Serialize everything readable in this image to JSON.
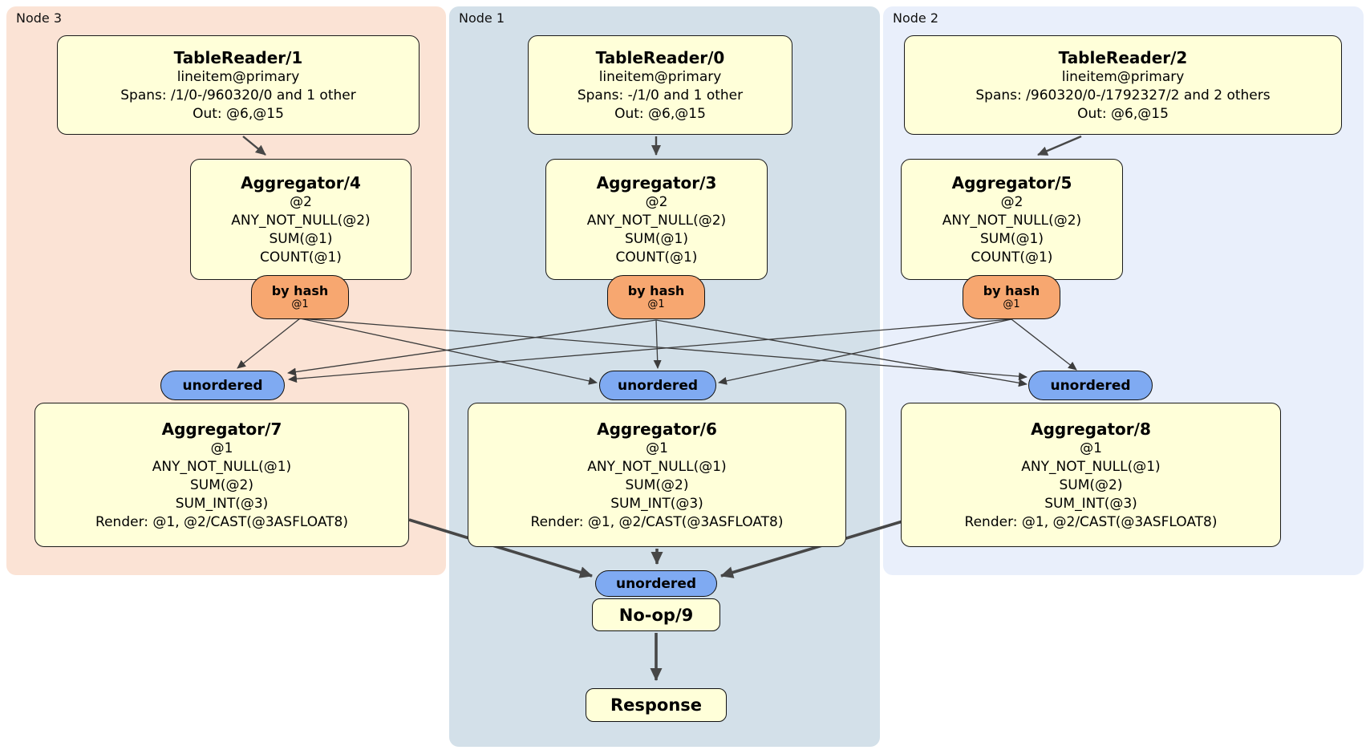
{
  "colors": {
    "node3_bg": "#fbe3d5",
    "node1_bg": "#d3e0e9",
    "node2_bg": "#e9effb",
    "box_fill": "#ffffd9",
    "router_fill": "#f7a770",
    "sync_fill": "#7faaf2",
    "edge": "#3c3c3c"
  },
  "groups": [
    {
      "label": "Node 3",
      "tableReader": {
        "title": "TableReader/1",
        "lines": [
          "lineitem@primary",
          "Spans: /1/0-/960320/0 and 1 other",
          "Out: @6,@15"
        ]
      },
      "aggTop": {
        "title": "Aggregator/4",
        "lines": [
          "@2",
          "ANY_NOT_NULL(@2)",
          "SUM(@1)",
          "COUNT(@1)"
        ]
      },
      "router": {
        "label": "by hash",
        "detail": "@1"
      },
      "sync": {
        "label": "unordered"
      },
      "aggBottom": {
        "title": "Aggregator/7",
        "lines": [
          "@1",
          "ANY_NOT_NULL(@1)",
          "SUM(@2)",
          "SUM_INT(@3)",
          "Render: @1, @2/CAST(@3ASFLOAT8)"
        ]
      }
    },
    {
      "label": "Node 1",
      "tableReader": {
        "title": "TableReader/0",
        "lines": [
          "lineitem@primary",
          "Spans: -/1/0 and 1 other",
          "Out: @6,@15"
        ]
      },
      "aggTop": {
        "title": "Aggregator/3",
        "lines": [
          "@2",
          "ANY_NOT_NULL(@2)",
          "SUM(@1)",
          "COUNT(@1)"
        ]
      },
      "router": {
        "label": "by hash",
        "detail": "@1"
      },
      "sync": {
        "label": "unordered"
      },
      "aggBottom": {
        "title": "Aggregator/6",
        "lines": [
          "@1",
          "ANY_NOT_NULL(@1)",
          "SUM(@2)",
          "SUM_INT(@3)",
          "Render: @1, @2/CAST(@3ASFLOAT8)"
        ]
      }
    },
    {
      "label": "Node 2",
      "tableReader": {
        "title": "TableReader/2",
        "lines": [
          "lineitem@primary",
          "Spans: /960320/0-/1792327/2 and 2 others",
          "Out: @6,@15"
        ]
      },
      "aggTop": {
        "title": "Aggregator/5",
        "lines": [
          "@2",
          "ANY_NOT_NULL(@2)",
          "SUM(@1)",
          "COUNT(@1)"
        ]
      },
      "router": {
        "label": "by hash",
        "detail": "@1"
      },
      "sync": {
        "label": "unordered"
      },
      "aggBottom": {
        "title": "Aggregator/8",
        "lines": [
          "@1",
          "ANY_NOT_NULL(@1)",
          "SUM(@2)",
          "SUM_INT(@3)",
          "Render: @1, @2/CAST(@3ASFLOAT8)"
        ]
      }
    }
  ],
  "output": {
    "sync": {
      "label": "unordered"
    },
    "noop": {
      "title": "No-op/9"
    },
    "response": {
      "title": "Response"
    }
  }
}
